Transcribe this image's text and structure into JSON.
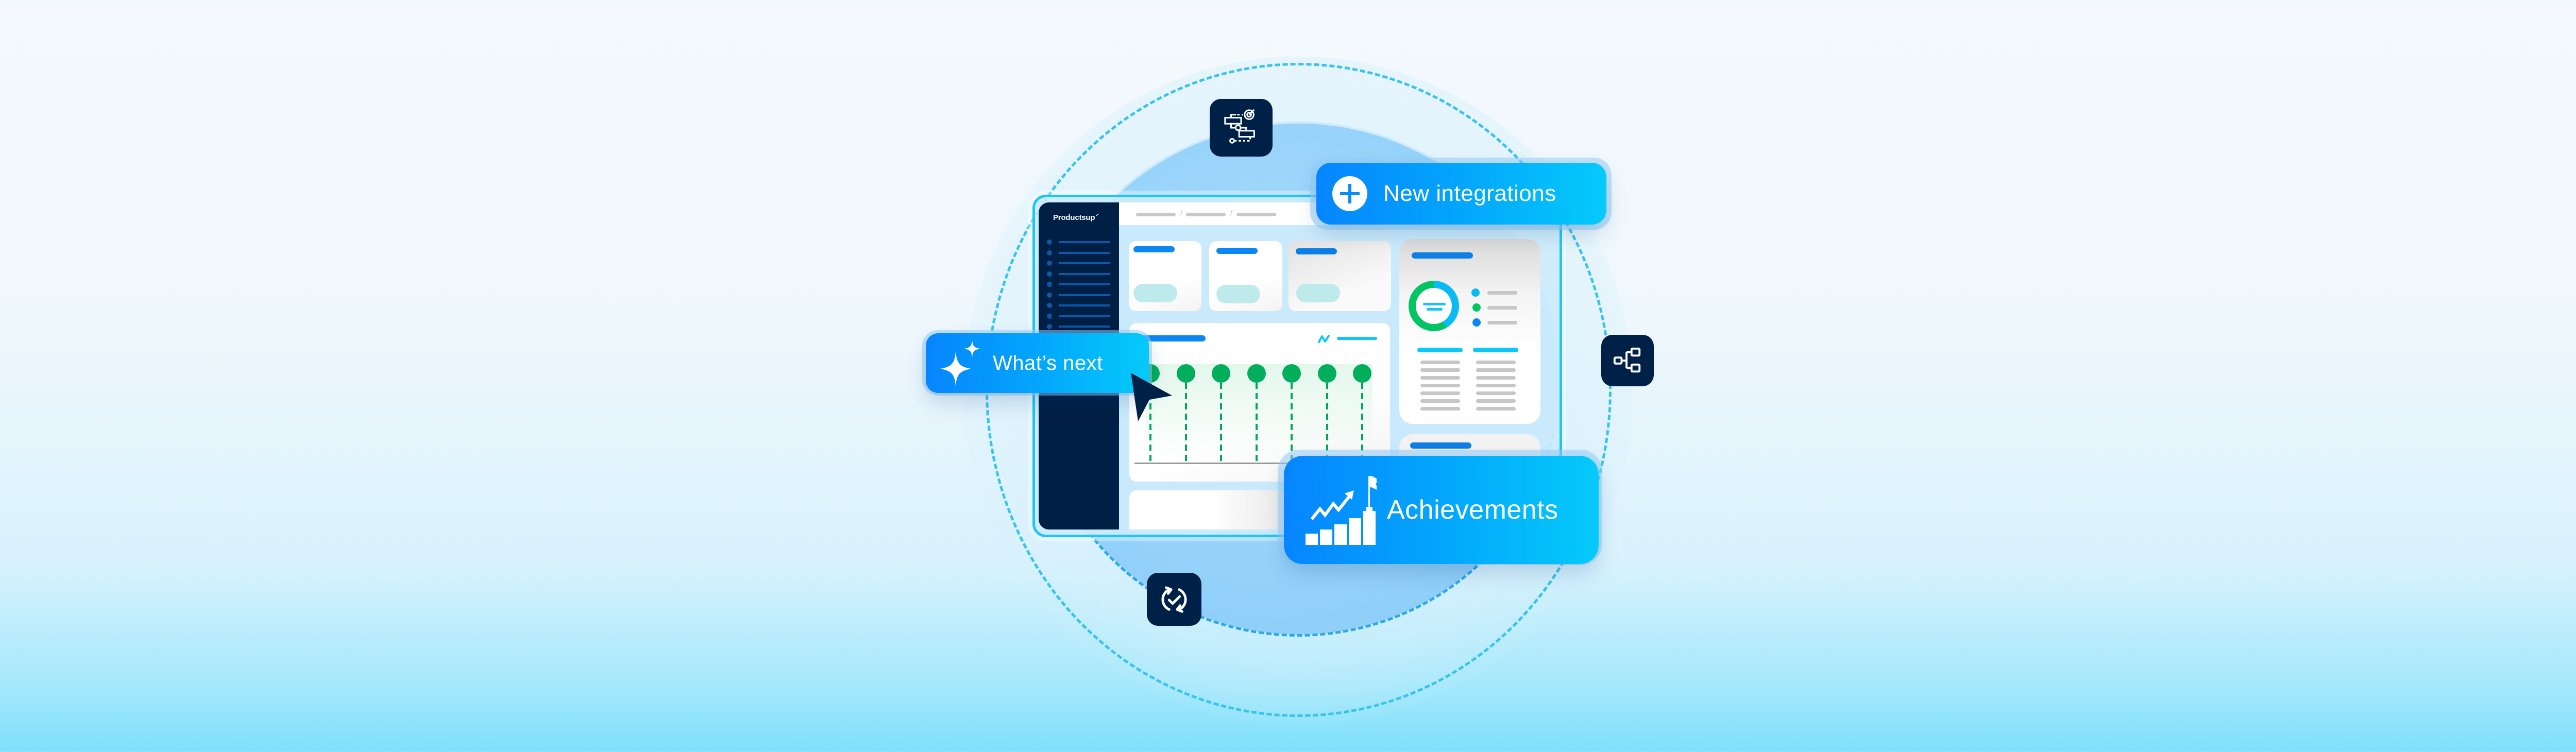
{
  "brand": {
    "name": "Productsup",
    "mark": "↗"
  },
  "chips": {
    "whats_next": {
      "label": "What’s next",
      "icon": "sparkles-icon"
    },
    "new_integrations": {
      "label": "New integrations",
      "icon": "plus-circle-icon"
    },
    "achievements": {
      "label": "Achievements",
      "icon": "growth-flag-icon"
    }
  },
  "tiles": [
    {
      "icon": "workflow-target-icon"
    },
    {
      "icon": "hierarchy-icon"
    },
    {
      "icon": "sync-check-icon"
    }
  ],
  "dashboard": {
    "breadcrumb_count": 3,
    "sidebar_items": 9,
    "kpi_cards": 3,
    "lollipop_count": 7
  },
  "colors": {
    "navy": "#002147",
    "accent_blue": "#0685fe",
    "accent_cyan": "#05cafa",
    "green": "#00ae5b",
    "ring": "#38c3ef"
  }
}
